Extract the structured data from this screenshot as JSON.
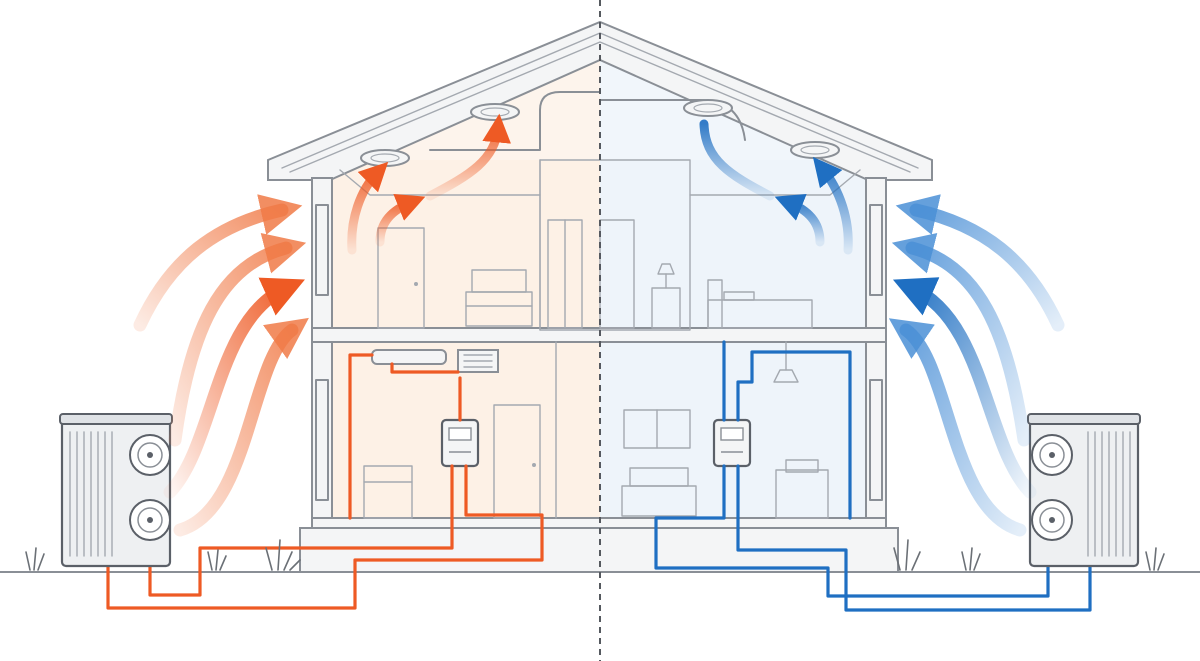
{
  "diagram": {
    "layout": "split-house-cross-section",
    "divider": "dashed-vertical-center",
    "left_half": {
      "mode": "heating",
      "accent_color": "#ee5a24",
      "tint_color": "#fdf1e6",
      "components": [
        "outdoor-heat-pump-unit",
        "indoor-air-handler",
        "ceiling-diffuser-icon",
        "wall-mounted-indoor-unit",
        "refrigerant-lines"
      ]
    },
    "right_half": {
      "mode": "cooling",
      "accent_color": "#1f6fc2",
      "tint_color": "#eef4fa",
      "components": [
        "outdoor-heat-pump-unit",
        "indoor-air-handler",
        "ceiling-diffuser-icon",
        "ceiling-light-icon",
        "refrigerant-lines"
      ]
    },
    "rooms": [
      "upstairs-living-room",
      "upstairs-bedroom",
      "downstairs-kitchen",
      "downstairs-living-room"
    ],
    "icons": [
      "heat-pump-fan-icon",
      "door-icon",
      "sofa-icon",
      "bed-icon",
      "lamp-icon",
      "grass-icon",
      "cabinet-icon",
      "tv-icon"
    ]
  }
}
